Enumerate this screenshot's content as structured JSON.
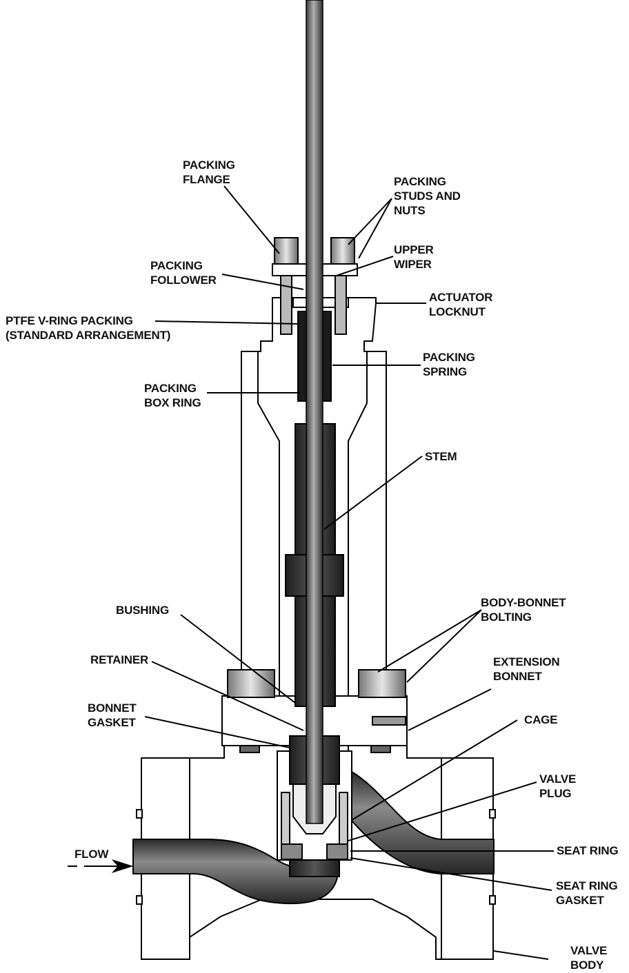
{
  "labels": {
    "packing_flange": "PACKING\nFLANGE",
    "packing_studs_nuts": "PACKING\nSTUDS AND\nNUTS",
    "upper_wiper": "UPPER\nWIPER",
    "packing_follower": "PACKING\nFOLLOWER",
    "actuator_locknut": "ACTUATOR\nLOCKNUT",
    "ptfe_packing": "PTFE V-RING PACKING\n(STANDARD ARRANGEMENT)",
    "packing_spring": "PACKING\nSPRING",
    "packing_box_ring": "PACKING\nBOX RING",
    "stem": "STEM",
    "bushing": "BUSHING",
    "body_bonnet_bolting": "BODY-BONNET\nBOLTING",
    "retainer": "RETAINER",
    "extension_bonnet": "EXTENSION\nBONNET",
    "bonnet_gasket": "BONNET\nGASKET",
    "cage": "CAGE",
    "valve_plug": "VALVE\nPLUG",
    "flow": "FLOW",
    "seat_ring": "SEAT RING",
    "seat_ring_gasket": "SEAT RING\nGASKET",
    "valve_body": "VALVE\nBODY"
  }
}
